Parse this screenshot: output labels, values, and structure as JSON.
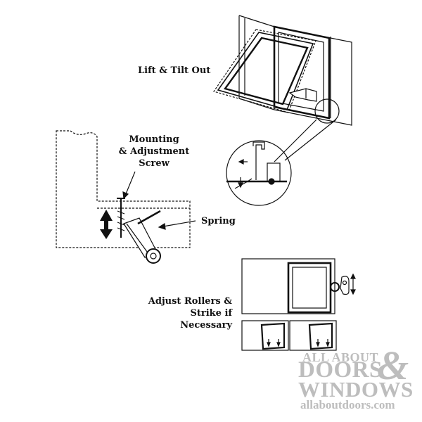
{
  "labels": {
    "lift_tilt": "Lift & Tilt Out",
    "mounting_line1": "Mounting",
    "mounting_line2": "& Adjustment",
    "mounting_line3": "Screw",
    "spring": "Spring",
    "adjust_line1": "Adjust Rollers &",
    "adjust_line2": "Strike if Necessary"
  },
  "logo": {
    "line1": "ALL ABOUT",
    "line2": "DOORS",
    "ampersand": "&",
    "line3": "WINDOWS",
    "line4": "allaboutdoors.com"
  },
  "colors": {
    "ink": "#111111",
    "watermark": "#bdbdbd"
  }
}
